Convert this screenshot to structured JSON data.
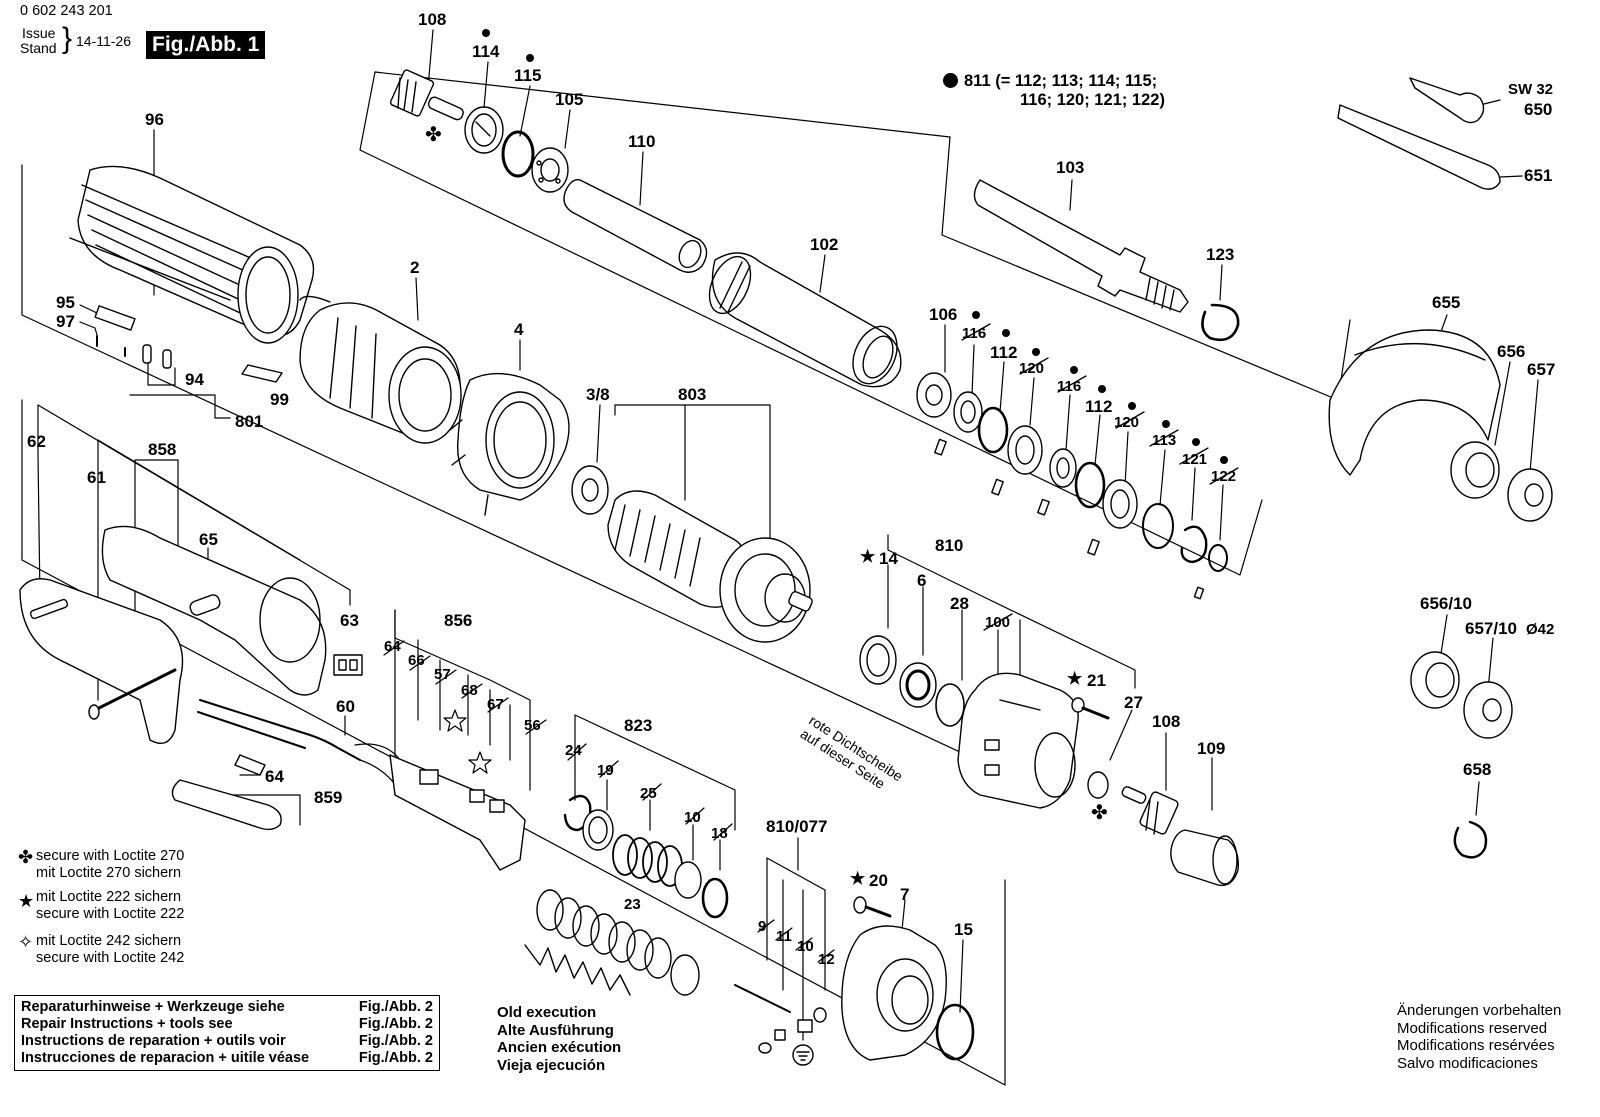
{
  "header": {
    "doc_number": "0 602 243 201",
    "issue_label": "Issue",
    "stand_label": "Stand",
    "date": "14-11-26",
    "figure": "Fig./Abb. 1"
  },
  "kit_811": {
    "line1": "811 (= 112; 113; 114; 115;",
    "line2": "116; 120; 121; 122)"
  },
  "labels": {
    "p108a": "108",
    "p114": "114",
    "p115": "115",
    "p105": "105",
    "p110": "110",
    "p102": "102",
    "p103": "103",
    "p123": "123",
    "p96": "96",
    "p2": "2",
    "p4": "4",
    "p95": "95",
    "p97": "97",
    "p94": "94",
    "p99": "99",
    "p801": "801",
    "p38": "3/8",
    "p803": "803",
    "p106": "106",
    "p116a": "116",
    "p112a": "112",
    "p120a": "120",
    "p116b": "116",
    "p112b": "112",
    "p120b": "120",
    "p113": "113",
    "p121": "121",
    "p122": "122",
    "p62": "62",
    "p61": "61",
    "p858": "858",
    "p65": "65",
    "p63": "63",
    "p856": "856",
    "p64a": "64",
    "p66": "66",
    "p57": "57",
    "p68": "68",
    "p67": "67",
    "p56": "56",
    "p60": "60",
    "p64b": "64",
    "p859": "859",
    "p810": "810",
    "p14": "14",
    "p6": "6",
    "p28": "28",
    "p100": "100",
    "p21": "21",
    "p27": "27",
    "p108b": "108",
    "p109": "109",
    "p823": "823",
    "p24": "24",
    "p19": "19",
    "p25": "25",
    "p10": "10",
    "p18": "18",
    "p23": "23",
    "p810077": "810/077",
    "p9": "9",
    "p11": "11",
    "p10b": "10",
    "p12": "12",
    "p20": "20",
    "p7": "7",
    "p15": "15",
    "p650": "650",
    "p651": "651",
    "sw32": "SW 32",
    "p655": "655",
    "p656": "656",
    "p657": "657",
    "p65610": "656/10",
    "p65710": "657/10",
    "d42": "Ø42",
    "p658": "658"
  },
  "seal_note": {
    "line1": "rote Dichtscheibe",
    "line2": "auf dieser Seite"
  },
  "legend": {
    "loctite270_en": "secure with Loctite 270",
    "loctite270_de": "mit Loctite 270 sichern",
    "loctite222_de": "mit Loctite 222 sichern",
    "loctite222_en": "secure with Loctite 222",
    "loctite242_de": "mit Loctite 242 sichern",
    "loctite242_en": "secure with Loctite 242"
  },
  "repair_box": {
    "rows": [
      {
        "text": "Reparaturhinweise + Werkzeuge siehe",
        "ref": "Fig./Abb. 2"
      },
      {
        "text": "Repair Instructions + tools see",
        "ref": "Fig./Abb. 2"
      },
      {
        "text": "Instructions de reparation + outils voir",
        "ref": "Fig./Abb. 2"
      },
      {
        "text": "Instrucciones de reparacion + uitile véase",
        "ref": "Fig./Abb. 2"
      }
    ]
  },
  "old_execution": {
    "en": "Old execution",
    "de": "Alte Ausführung",
    "fr": "Ancien exécution",
    "es": "Vieja ejecución"
  },
  "modifications": {
    "de": "Änderungen vorbehalten",
    "en": "Modifications reserved",
    "fr": "Modifications resérvées",
    "es": "Salvo modificaciones"
  }
}
